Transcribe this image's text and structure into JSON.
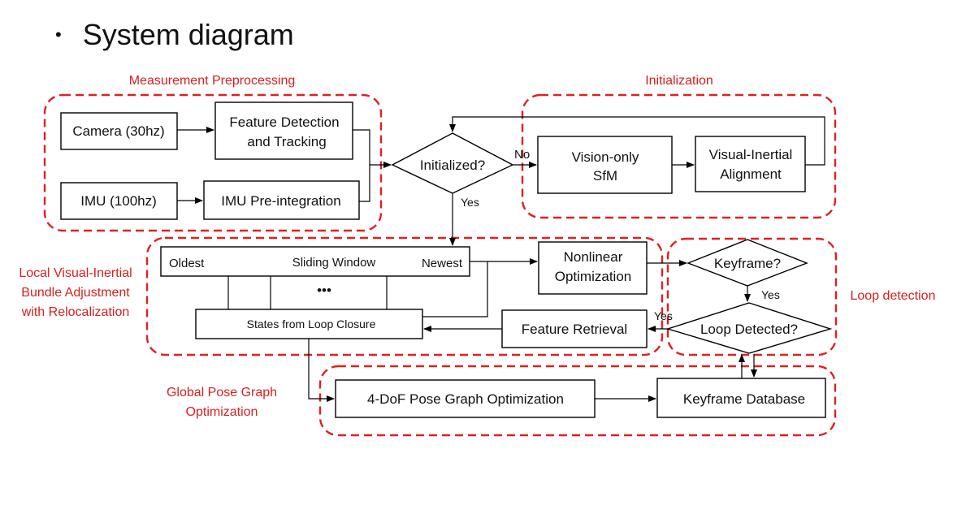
{
  "slide": {
    "bullet": "•",
    "title": "System diagram"
  },
  "groups": {
    "measurement": "Measurement Preprocessing",
    "initialization": "Initialization",
    "local_ba": [
      "Local Visual-Inertial",
      "Bundle Adjustment",
      "with Relocalization"
    ],
    "loop_detection": "Loop detection",
    "global_pose": [
      "Global Pose Graph",
      "Optimization"
    ]
  },
  "nodes": {
    "camera": "Camera (30hz)",
    "imu": "IMU (100hz)",
    "feature_detection": [
      "Feature Detection",
      "and Tracking"
    ],
    "imu_preintegration": "IMU Pre-integration",
    "initialized": "Initialized?",
    "vision_sfm": [
      "Vision-only",
      "SfM"
    ],
    "vi_alignment": [
      "Visual-Inertial",
      "Alignment"
    ],
    "sliding_window": {
      "oldest": "Oldest",
      "title": "Sliding Window",
      "newest": "Newest",
      "dots": "•••"
    },
    "states_loop": "States from Loop Closure",
    "nonlinear": [
      "Nonlinear",
      "Optimization"
    ],
    "feature_retrieval": "Feature Retrieval",
    "keyframe_q": "Keyframe?",
    "loop_detected": "Loop Detected?",
    "pose_graph": "4-DoF Pose Graph Optimization",
    "keyframe_db": "Keyframe Database"
  },
  "edge_labels": {
    "no": "No",
    "yes1": "Yes",
    "yes2": "Yes",
    "yes3": "Yes"
  },
  "colors": {
    "group_border": "#e02020",
    "group_label": "#d62020",
    "stroke": "#000000"
  }
}
